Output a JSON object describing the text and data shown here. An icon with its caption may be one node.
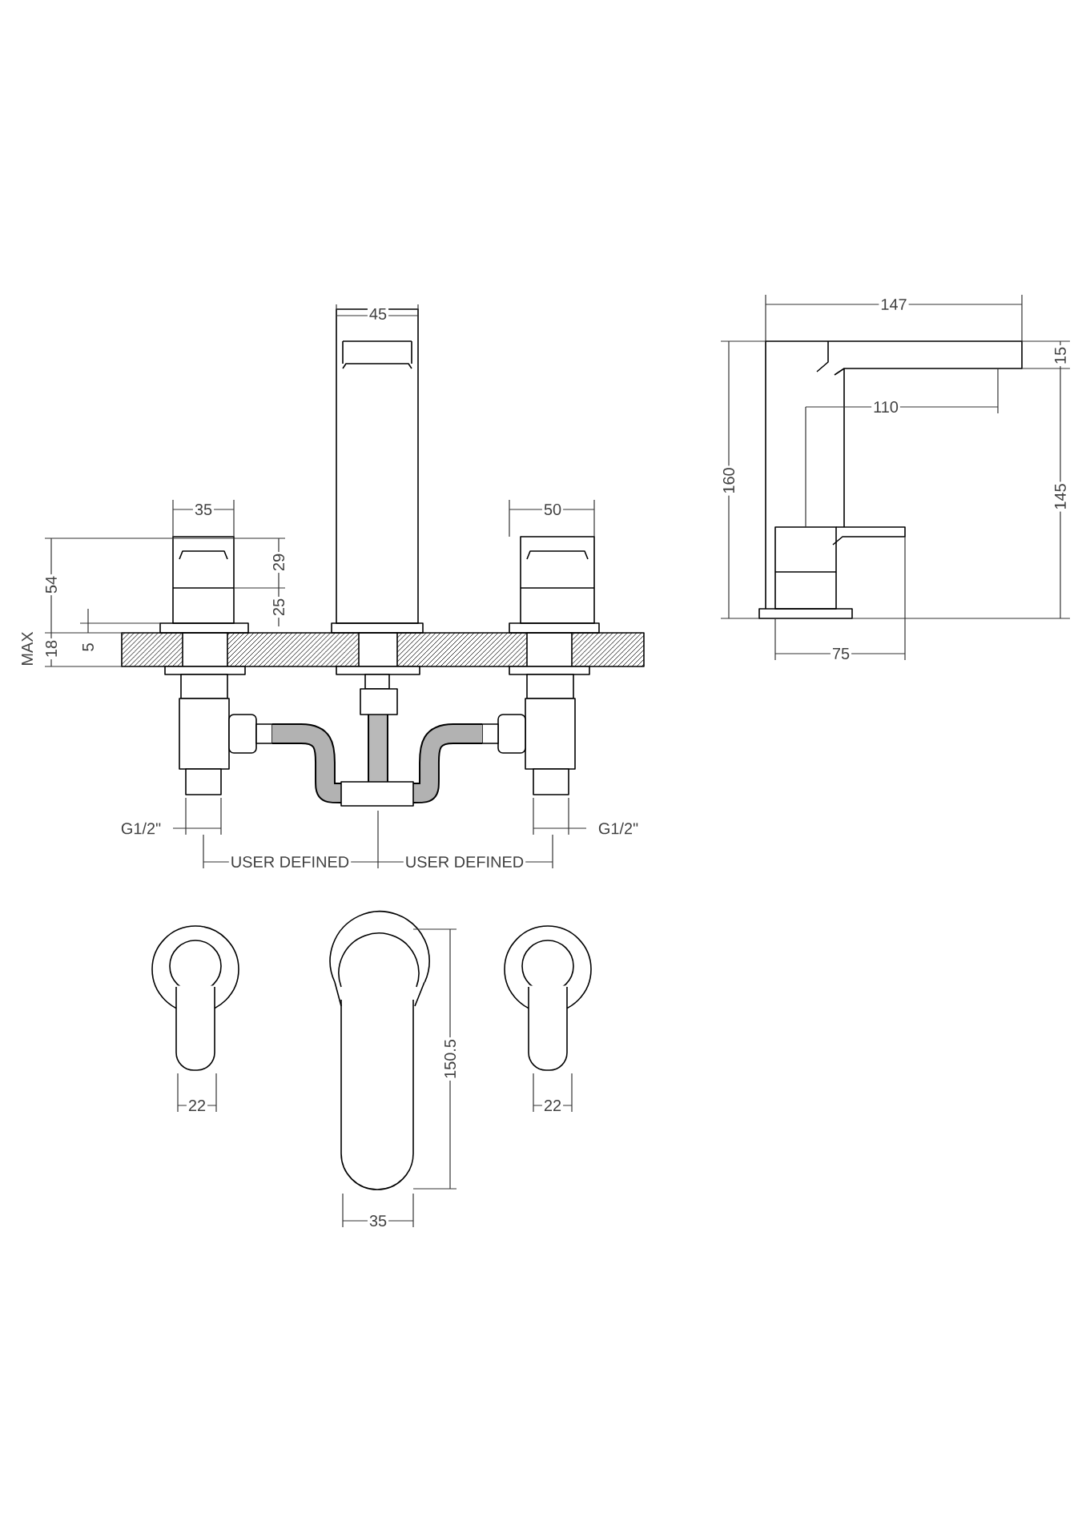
{
  "diagram": {
    "labels": [
      "45",
      "147",
      "15",
      "110",
      "160",
      "145",
      "35",
      "50",
      "29",
      "54",
      "25",
      "MAX",
      "18",
      "5",
      "75",
      "G1/2\"",
      "G1/2\"",
      "USER DEFINED",
      "USER DEFINED",
      "22",
      "150.5",
      "22",
      "35"
    ]
  }
}
